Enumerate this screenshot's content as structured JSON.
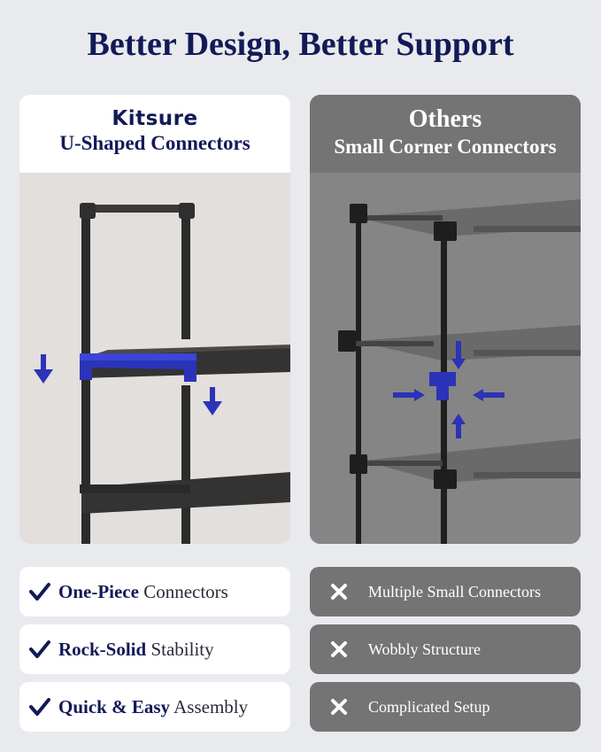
{
  "headline": "Better Design, Better Support",
  "left_card": {
    "brand": "Kitsure",
    "subtitle": "U-Shaped Connectors"
  },
  "right_card": {
    "title": "Others",
    "subtitle": "Small Corner Connectors"
  },
  "advantages": [
    {
      "bold": "One-Piece",
      "rest": " Connectors",
      "icon": "check-icon"
    },
    {
      "bold": "Rock-Solid",
      "rest": " Stability",
      "icon": "check-icon"
    },
    {
      "bold": "Quick & Easy",
      "rest": " Assembly",
      "icon": "check-icon"
    }
  ],
  "disadvantages": [
    {
      "text": "Multiple Small Connectors",
      "icon": "x-icon"
    },
    {
      "text": "Wobbly Structure",
      "icon": "x-icon"
    },
    {
      "text": "Complicated Setup",
      "icon": "x-icon"
    }
  ],
  "colors": {
    "navy": "#121a57",
    "accent_blue": "#2b33b8",
    "panel_gray": "#747474",
    "background": "#e9eaee"
  }
}
